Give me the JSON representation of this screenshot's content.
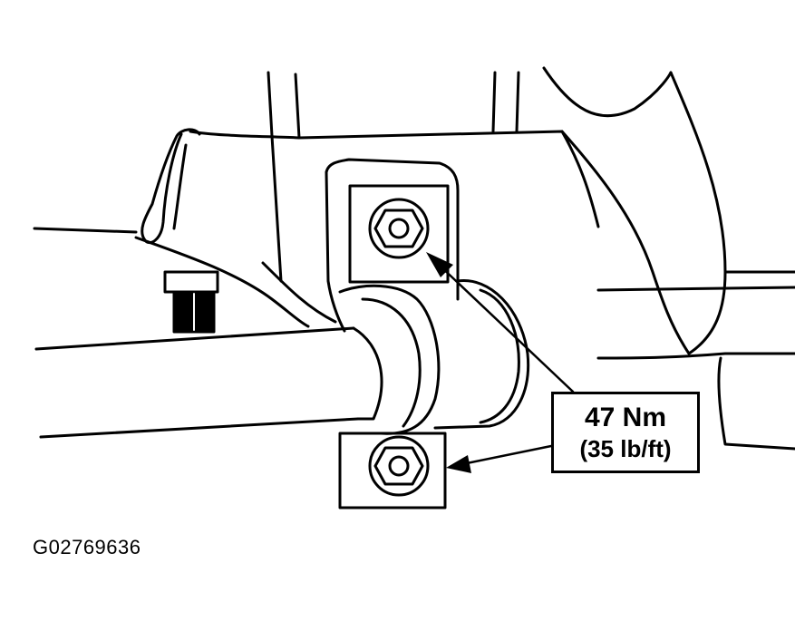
{
  "callout": {
    "torque_nm": "47 Nm",
    "torque_lbft": "(35 lb/ft)"
  },
  "figure_id": "G02769636"
}
